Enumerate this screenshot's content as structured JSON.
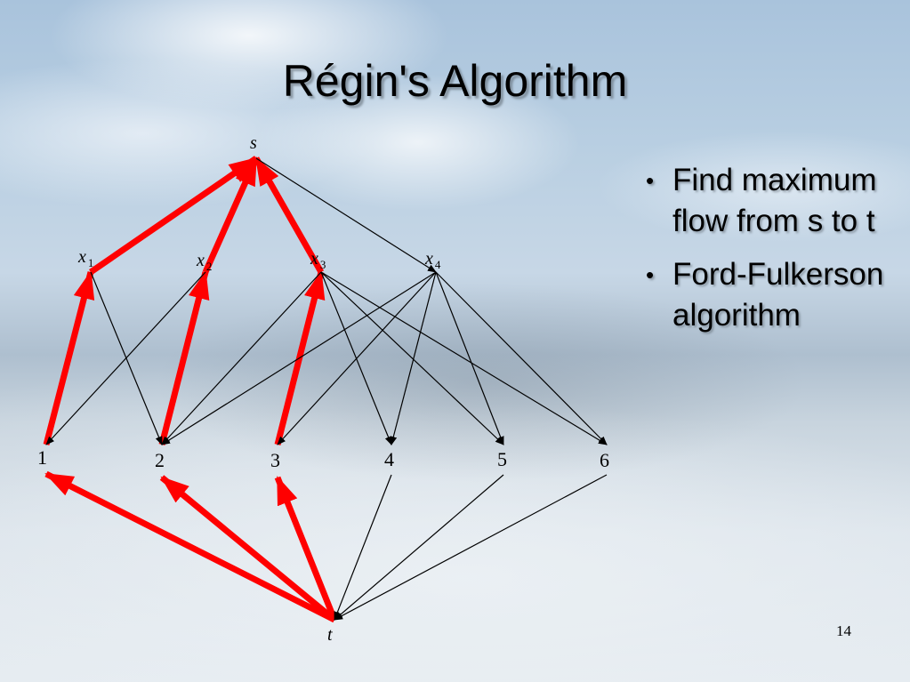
{
  "slide": {
    "title": "Régin's Algorithm",
    "page_number": "14",
    "bullets": [
      "Find maximum flow from s to t",
      "Ford-Fulkerson algorithm"
    ],
    "bullet_glyph": "•"
  },
  "graph": {
    "source": {
      "id": "s",
      "label": "s"
    },
    "sink": {
      "id": "t",
      "label": "t"
    },
    "variables": [
      {
        "id": "x1",
        "base": "x",
        "sub": "1"
      },
      {
        "id": "x2",
        "base": "x",
        "sub": "2"
      },
      {
        "id": "x3",
        "base": "x",
        "sub": "3"
      },
      {
        "id": "x4",
        "base": "x",
        "sub": "4"
      }
    ],
    "values": [
      {
        "id": "v1",
        "label": "1"
      },
      {
        "id": "v2",
        "label": "2"
      },
      {
        "id": "v3",
        "label": "3"
      },
      {
        "id": "v4",
        "label": "4"
      },
      {
        "id": "v5",
        "label": "5"
      },
      {
        "id": "v6",
        "label": "6"
      }
    ],
    "edges": [
      {
        "from": "x1",
        "to": "s",
        "flow": true
      },
      {
        "from": "x2",
        "to": "s",
        "flow": true
      },
      {
        "from": "x3",
        "to": "s",
        "flow": true
      },
      {
        "from": "s",
        "to": "x4",
        "flow": false
      },
      {
        "from": "v1",
        "to": "x1",
        "flow": true
      },
      {
        "from": "v2",
        "to": "x2",
        "flow": true
      },
      {
        "from": "v3",
        "to": "x3",
        "flow": true
      },
      {
        "from": "x1",
        "to": "v2",
        "flow": false
      },
      {
        "from": "x2",
        "to": "v1",
        "flow": false
      },
      {
        "from": "x3",
        "to": "v2",
        "flow": false
      },
      {
        "from": "x3",
        "to": "v4",
        "flow": false
      },
      {
        "from": "x3",
        "to": "v5",
        "flow": false
      },
      {
        "from": "x3",
        "to": "v6",
        "flow": false
      },
      {
        "from": "x4",
        "to": "v2",
        "flow": false
      },
      {
        "from": "x4",
        "to": "v3",
        "flow": false
      },
      {
        "from": "x4",
        "to": "v4",
        "flow": false
      },
      {
        "from": "x4",
        "to": "v5",
        "flow": false
      },
      {
        "from": "x4",
        "to": "v6",
        "flow": false
      },
      {
        "from": "t",
        "to": "v1",
        "flow": true
      },
      {
        "from": "t",
        "to": "v2",
        "flow": true
      },
      {
        "from": "t",
        "to": "v3",
        "flow": true
      },
      {
        "from": "v4",
        "to": "t",
        "flow": false
      },
      {
        "from": "v5",
        "to": "t",
        "flow": false
      },
      {
        "from": "v6",
        "to": "t",
        "flow": false
      }
    ],
    "colors": {
      "flow_edge": "#ff0000",
      "plain_edge": "#000000"
    }
  }
}
